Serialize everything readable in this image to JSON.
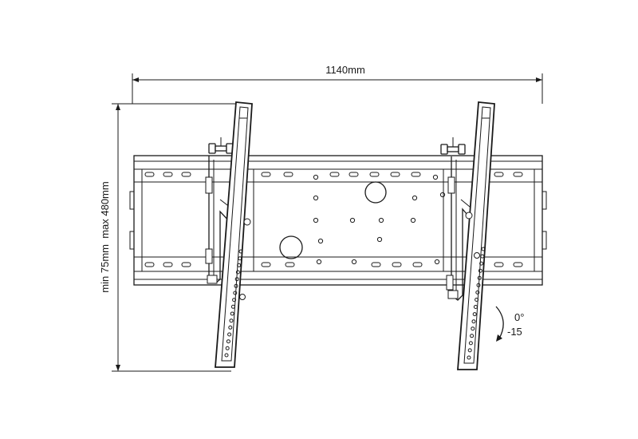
{
  "dimensions": {
    "width_label": "1140mm",
    "height_label": "min 75mm  max 480mm"
  },
  "tilt": {
    "upper_label": "0°",
    "lower_label": "-15"
  },
  "colors": {
    "line": "#1a1a1a",
    "background": "#ffffff"
  }
}
